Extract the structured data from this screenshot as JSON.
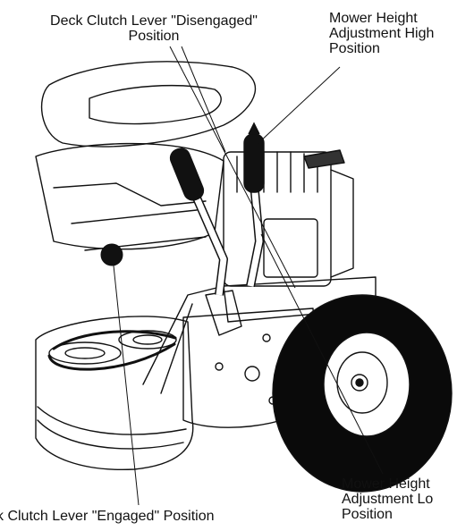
{
  "labels": {
    "disengaged": {
      "line1": "Deck Clutch Lever \"Disengaged\"",
      "line2": "Position"
    },
    "height_high": {
      "line1": "Mower Height",
      "line2": "Adjustment High",
      "line3": "Position"
    },
    "engaged": {
      "line1": "ck Clutch Lever \"Engaged\" Position"
    },
    "height_low": {
      "line1": "Mower Height",
      "line2": "Adjustment Lo",
      "line3": "Position"
    }
  },
  "colors": {
    "ink": "#111111",
    "paper": "#ffffff"
  }
}
